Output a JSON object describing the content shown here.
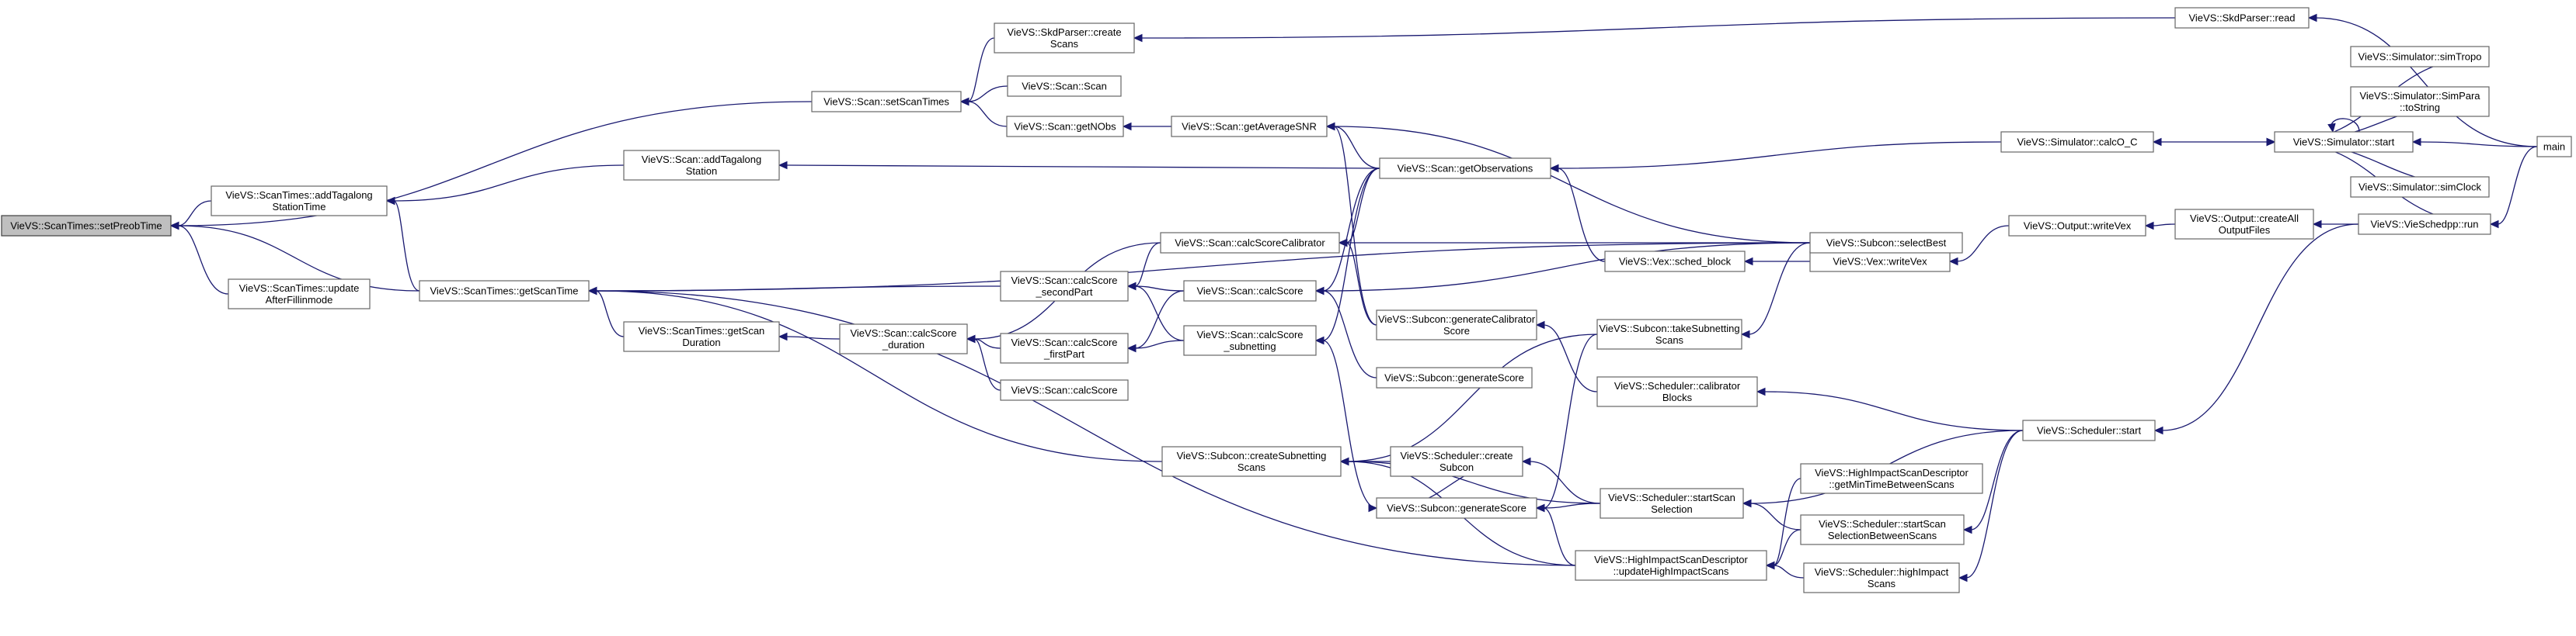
{
  "diagram": {
    "type": "call-graph",
    "colors": {
      "edge": "#191970",
      "node_border": "#666666",
      "root_fill": "#bfbfbf",
      "node_fill": "#ffffff"
    },
    "nodes": [
      {
        "id": "setPreobTime",
        "lines": [
          "VieVS::ScanTimes::setPreobTime"
        ],
        "root": true
      },
      {
        "id": "addTagalongStationTime_st",
        "lines": [
          "VieVS::ScanTimes::addTagalong",
          "StationTime"
        ]
      },
      {
        "id": "updateAfterFillinmode",
        "lines": [
          "VieVS::ScanTimes::update",
          "AfterFillinmode"
        ]
      },
      {
        "id": "getScanTime",
        "lines": [
          "VieVS::ScanTimes::getScanTime"
        ]
      },
      {
        "id": "setScanTimes",
        "lines": [
          "VieVS::Scan::setScanTimes"
        ]
      },
      {
        "id": "addTagalongStation",
        "lines": [
          "VieVS::Scan::addTagalong",
          "Station"
        ]
      },
      {
        "id": "getScanDuration",
        "lines": [
          "VieVS::ScanTimes::getScan",
          "Duration"
        ]
      },
      {
        "id": "createScans",
        "lines": [
          "VieVS::SkdParser::create",
          "Scans"
        ]
      },
      {
        "id": "scanScan",
        "lines": [
          "VieVS::Scan::Scan"
        ]
      },
      {
        "id": "getNObs",
        "lines": [
          "VieVS::Scan::getNObs"
        ]
      },
      {
        "id": "calcScoreDuration",
        "lines": [
          "VieVS::Scan::calcScore",
          "_duration"
        ]
      },
      {
        "id": "calcScoreSecondPart",
        "lines": [
          "VieVS::Scan::calcScore",
          "_secondPart"
        ]
      },
      {
        "id": "calcScoreFirstPart",
        "lines": [
          "VieVS::Scan::calcScore",
          "_firstPart"
        ]
      },
      {
        "id": "calcScore2",
        "lines": [
          "VieVS::Scan::calcScore"
        ]
      },
      {
        "id": "calcScoreCalibrator",
        "lines": [
          "VieVS::Scan::calcScoreCalibrator"
        ]
      },
      {
        "id": "calcScore",
        "lines": [
          "VieVS::Scan::calcScore"
        ]
      },
      {
        "id": "calcScoreSubnetting",
        "lines": [
          "VieVS::Scan::calcScore",
          "_subnetting"
        ]
      },
      {
        "id": "getAverageSNR",
        "lines": [
          "VieVS::Scan::getAverageSNR"
        ]
      },
      {
        "id": "getObservations",
        "lines": [
          "VieVS::Scan::getObservations"
        ]
      },
      {
        "id": "createSubnettingScans",
        "lines": [
          "VieVS::Subcon::createSubnetting",
          "Scans"
        ]
      },
      {
        "id": "generateCalibratorScore",
        "lines": [
          "VieVS::Subcon::generateCalibrator",
          "Score"
        ]
      },
      {
        "id": "generateScore",
        "lines": [
          "VieVS::Subcon::generateScore"
        ]
      },
      {
        "id": "generateScore2",
        "lines": [
          "VieVS::Subcon::generateScore"
        ]
      },
      {
        "id": "createSubcon",
        "lines": [
          "VieVS::Scheduler::create",
          "Subcon"
        ]
      },
      {
        "id": "schedBlock",
        "lines": [
          "VieVS::Vex::sched_block"
        ]
      },
      {
        "id": "takeSubnettingScans",
        "lines": [
          "VieVS::Subcon::takeSubnetting",
          "Scans"
        ]
      },
      {
        "id": "calibratorBlocks",
        "lines": [
          "VieVS::Scheduler::calibrator",
          "Blocks"
        ]
      },
      {
        "id": "startScanSelection",
        "lines": [
          "VieVS::Scheduler::startScan",
          "Selection"
        ]
      },
      {
        "id": "updateHighImpactScans",
        "lines": [
          "VieVS::HighImpactScanDescriptor",
          "::updateHighImpactScans"
        ]
      },
      {
        "id": "writeVex",
        "lines": [
          "VieVS::Vex::writeVex"
        ]
      },
      {
        "id": "getMinTimeBetweenScans",
        "lines": [
          "VieVS::HighImpactScanDescriptor",
          "::getMinTimeBetweenScans"
        ]
      },
      {
        "id": "startScanSelectionBetweenScans",
        "lines": [
          "VieVS::Scheduler::startScan",
          "SelectionBetweenScans"
        ]
      },
      {
        "id": "highImpactScans",
        "lines": [
          "VieVS::Scheduler::highImpact",
          "Scans"
        ]
      },
      {
        "id": "selectBest",
        "lines": [
          "VieVS::Subcon::selectBest"
        ]
      },
      {
        "id": "calcOC",
        "lines": [
          "VieVS::Simulator::calcO_C"
        ]
      },
      {
        "id": "outputWriteVex",
        "lines": [
          "VieVS::Output::writeVex"
        ]
      },
      {
        "id": "schedulerStart",
        "lines": [
          "VieVS::Scheduler::start"
        ]
      },
      {
        "id": "skdRead",
        "lines": [
          "VieVS::SkdParser::read"
        ]
      },
      {
        "id": "createAllOutputFiles",
        "lines": [
          "VieVS::Output::createAll",
          "OutputFiles"
        ]
      },
      {
        "id": "simulatorStart",
        "lines": [
          "VieVS::Simulator::start"
        ]
      },
      {
        "id": "simTropo",
        "lines": [
          "VieVS::Simulator::simTropo"
        ]
      },
      {
        "id": "simParaToString",
        "lines": [
          "VieVS::Simulator::SimPara",
          "::toString"
        ]
      },
      {
        "id": "simClock",
        "lines": [
          "VieVS::Simulator::simClock"
        ]
      },
      {
        "id": "vieSchedppRun",
        "lines": [
          "VieVS::VieSchedpp::run"
        ]
      },
      {
        "id": "main",
        "lines": [
          "main"
        ]
      }
    ]
  }
}
